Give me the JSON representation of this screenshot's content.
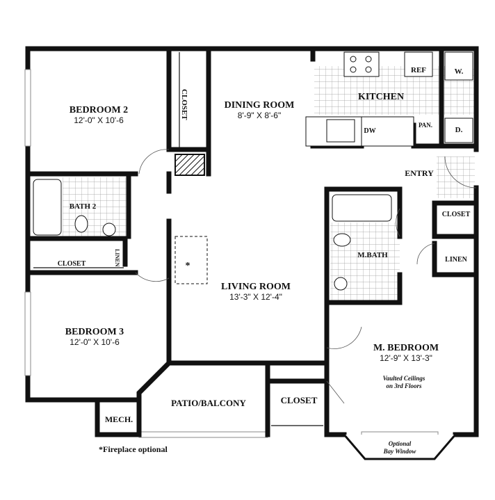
{
  "rooms": {
    "bedroom2": {
      "name": "BEDROOM 2",
      "size": "12'-0\" X 10'-6"
    },
    "dining": {
      "name": "DINING ROOM",
      "size": "8'-9\" X 8'-6\""
    },
    "kitchen": {
      "name": "KITCHEN"
    },
    "living": {
      "name": "LIVING ROOM",
      "size": "13'-3\" X 12'-4\""
    },
    "bedroom3": {
      "name": "BEDROOM 3",
      "size": "12'-0\" X 10'-6"
    },
    "mbedroom": {
      "name": "M. BEDROOM",
      "size": "12'-9\" X 13'-3\""
    },
    "bath2": {
      "name": "BATH 2"
    },
    "mbath": {
      "name": "M.BATH"
    },
    "patio": {
      "name": "PATIO/BALCONY"
    },
    "entry": {
      "name": "ENTRY"
    }
  },
  "labels": {
    "closet_top": "CLOSET",
    "closet_hall": "CLOSET",
    "closet_entry": "CLOSET",
    "closet_big": "CLOSET",
    "linen_left": "LINEN",
    "linen_right": "LINEN",
    "mech": "MECH.",
    "ref": "REF",
    "washer": "W.",
    "dryer": "D.",
    "pantry": "PAN.",
    "dishwasher": "DW",
    "fireplace": "*"
  },
  "notes": {
    "vaulted_1": "Vaulted Ceilings",
    "vaulted_2": "on 3rd Floors",
    "bay_1": "Optional",
    "bay_2": "Bay Window",
    "fireplace": "*Fireplace optional"
  },
  "colors": {
    "wall": "#111111",
    "tile": "#999999"
  }
}
